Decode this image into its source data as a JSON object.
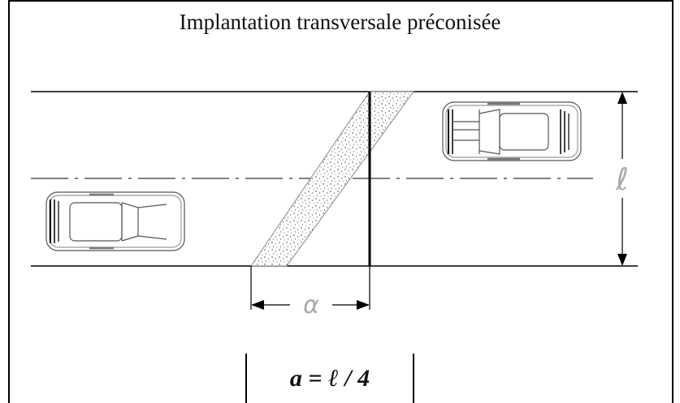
{
  "diagram": {
    "title": "Implantation transversale préconisée",
    "width_label": "ℓ",
    "offset_label": "α",
    "formula": "a = ℓ / 4"
  }
}
